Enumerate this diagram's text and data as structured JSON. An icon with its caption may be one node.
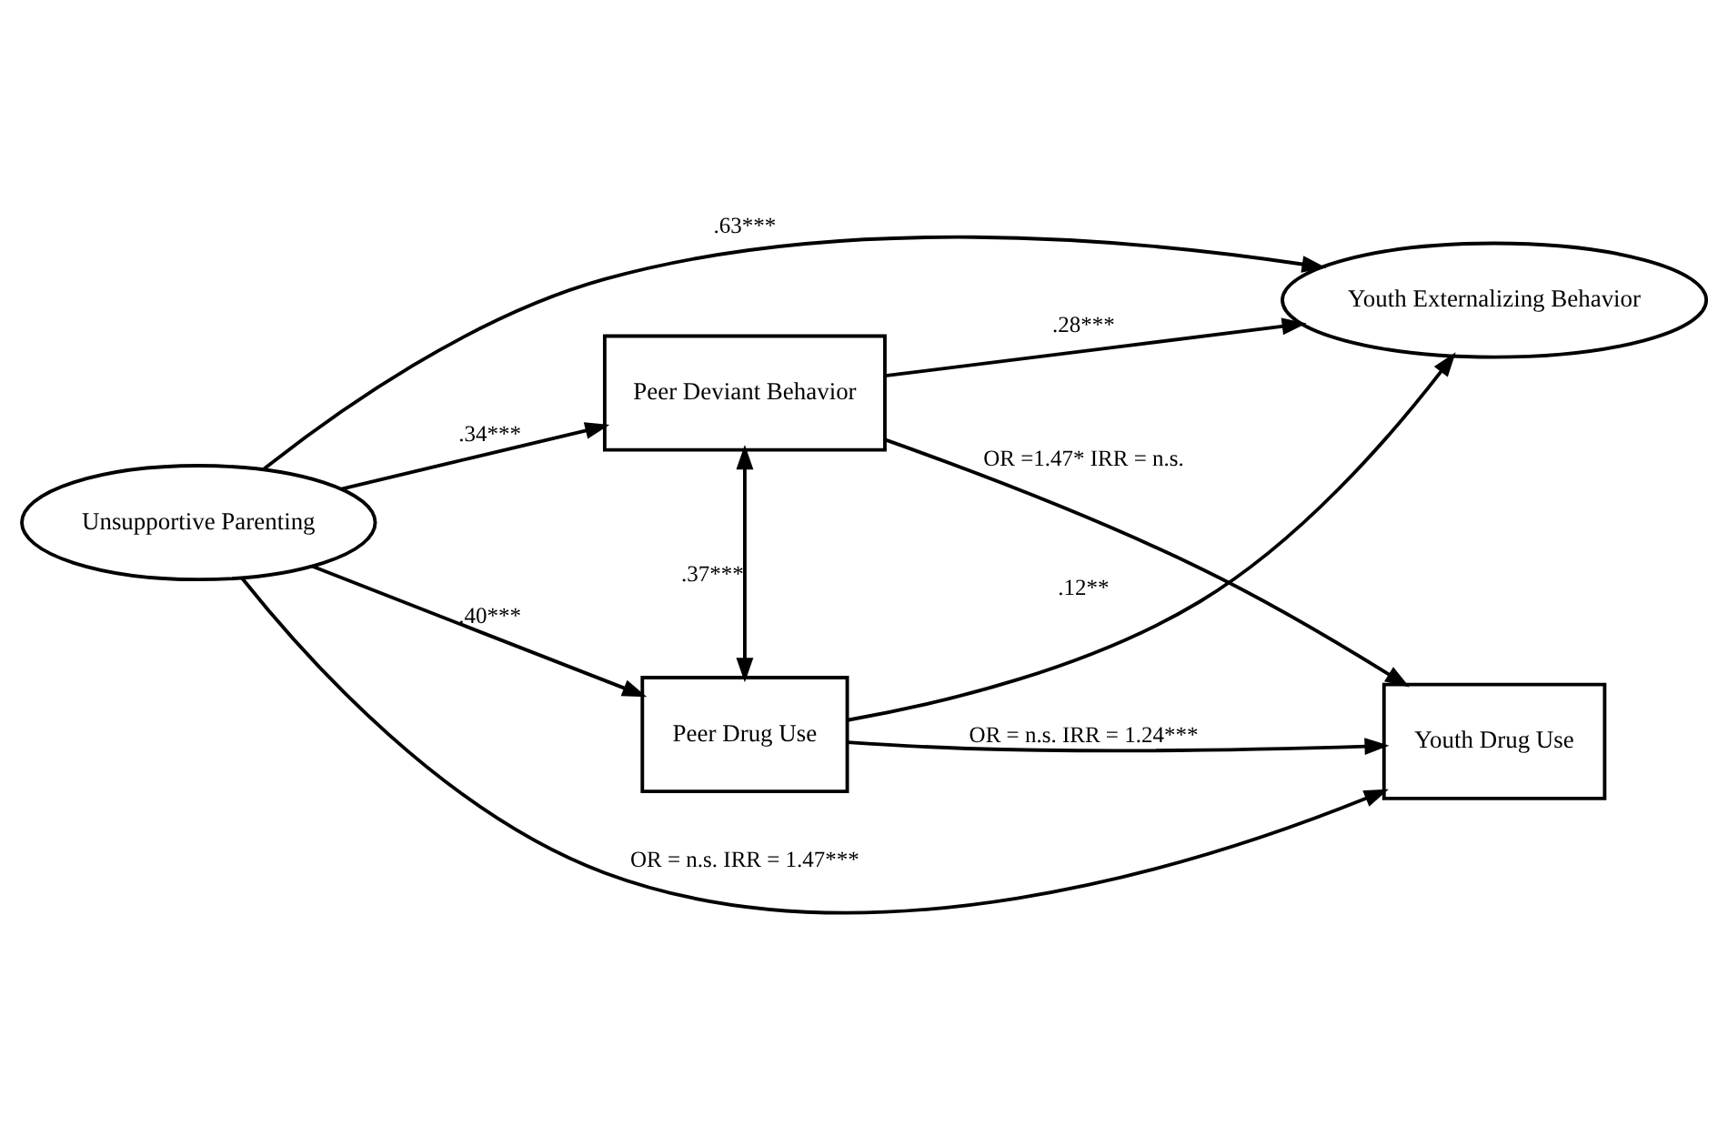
{
  "diagram": {
    "nodes": [
      {
        "text": [
          "Unsupportive Parenting"
        ]
      },
      {
        "text": [
          "Peer Deviant Behavior"
        ]
      },
      {
        "text": [
          "Youth Externalizing Behavior"
        ]
      },
      {
        "text": [
          "Peer Drug Use"
        ]
      },
      {
        "text": [
          "Youth Drug Use"
        ]
      }
    ],
    "edges": [
      {
        "from": 0,
        "to": 2,
        "arrow": "to",
        "label": ".63***"
      },
      {
        "from": 0,
        "to": 1,
        "arrow": "to",
        "label": ".34***"
      },
      {
        "from": 0,
        "to": 3,
        "arrow": "to",
        "label": ".40***"
      },
      {
        "from": 1,
        "to": 3,
        "arrow": "both",
        "label": ".37***"
      },
      {
        "from": 1,
        "to": 2,
        "arrow": "to",
        "label": ".28***"
      },
      {
        "from": 1,
        "to": 4,
        "arrow": "to",
        "label": "OR =1.47* IRR = n.s."
      },
      {
        "from": 3,
        "to": 2,
        "arrow": "to",
        "label": ".12**"
      },
      {
        "from": 3,
        "to": 4,
        "arrow": "to",
        "label": "OR = n.s. IRR = 1.24***"
      },
      {
        "from": 0,
        "to": 4,
        "arrow": "to",
        "label": "OR = n.s. IRR = 1.47***"
      }
    ]
  }
}
